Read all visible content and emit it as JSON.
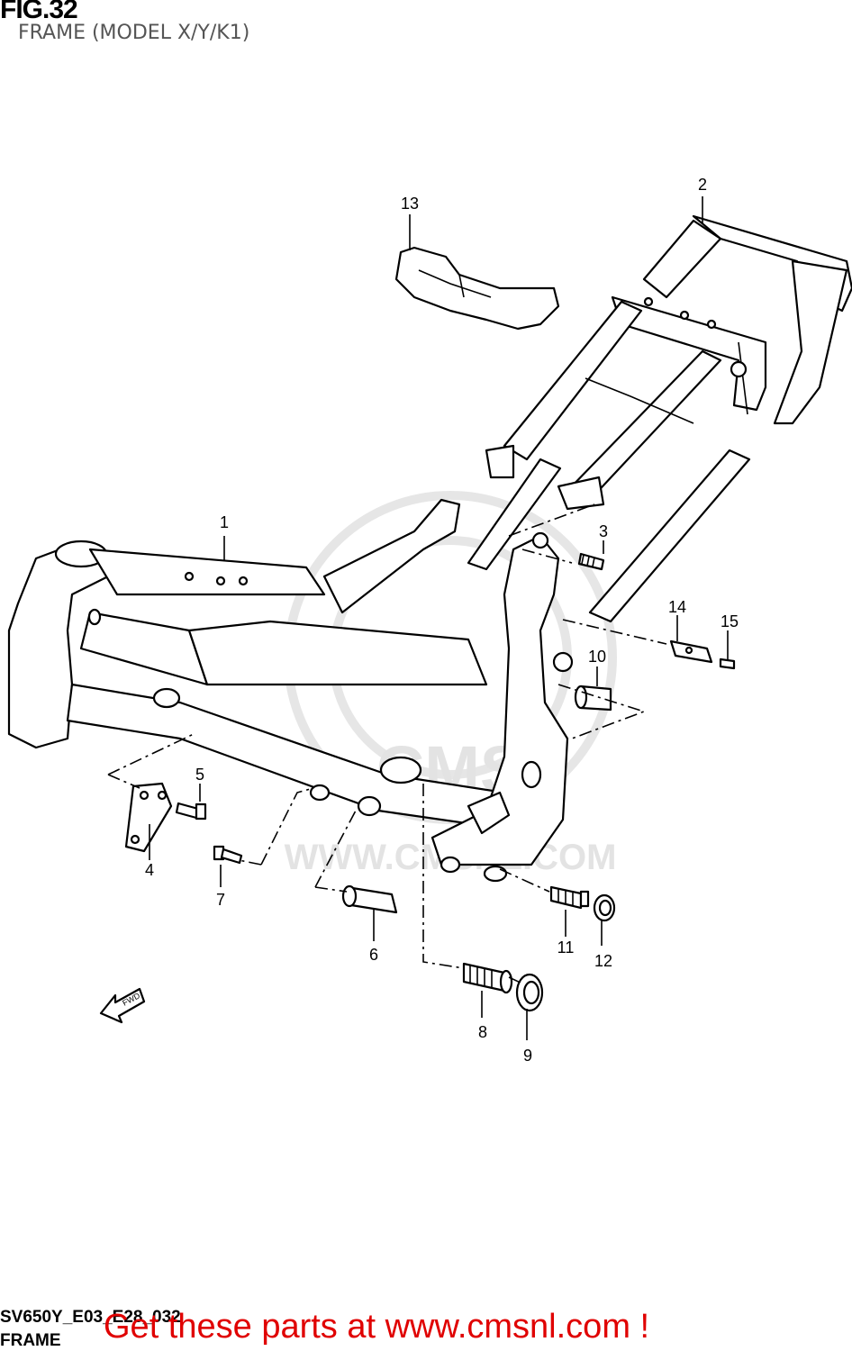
{
  "header": {
    "fig_label": "FIG.32",
    "subtitle": "FRAME (MODEL X/Y/K1)"
  },
  "callouts": [
    "1",
    "2",
    "3",
    "4",
    "5",
    "6",
    "7",
    "8",
    "9",
    "10",
    "11",
    "12",
    "13",
    "14",
    "15"
  ],
  "direction_arrow": {
    "label": "FWD",
    "icon": "forward-arrow-icon"
  },
  "watermark": {
    "text": "WWW.CMSNL.COM",
    "logo": "cms-logo-watermark"
  },
  "footer": {
    "model_code": "SV650Y_E03_E28_032",
    "section": "FRAME",
    "cta": "Get these parts at www.cmsnl.com !",
    "cta_color": "#e00000"
  }
}
